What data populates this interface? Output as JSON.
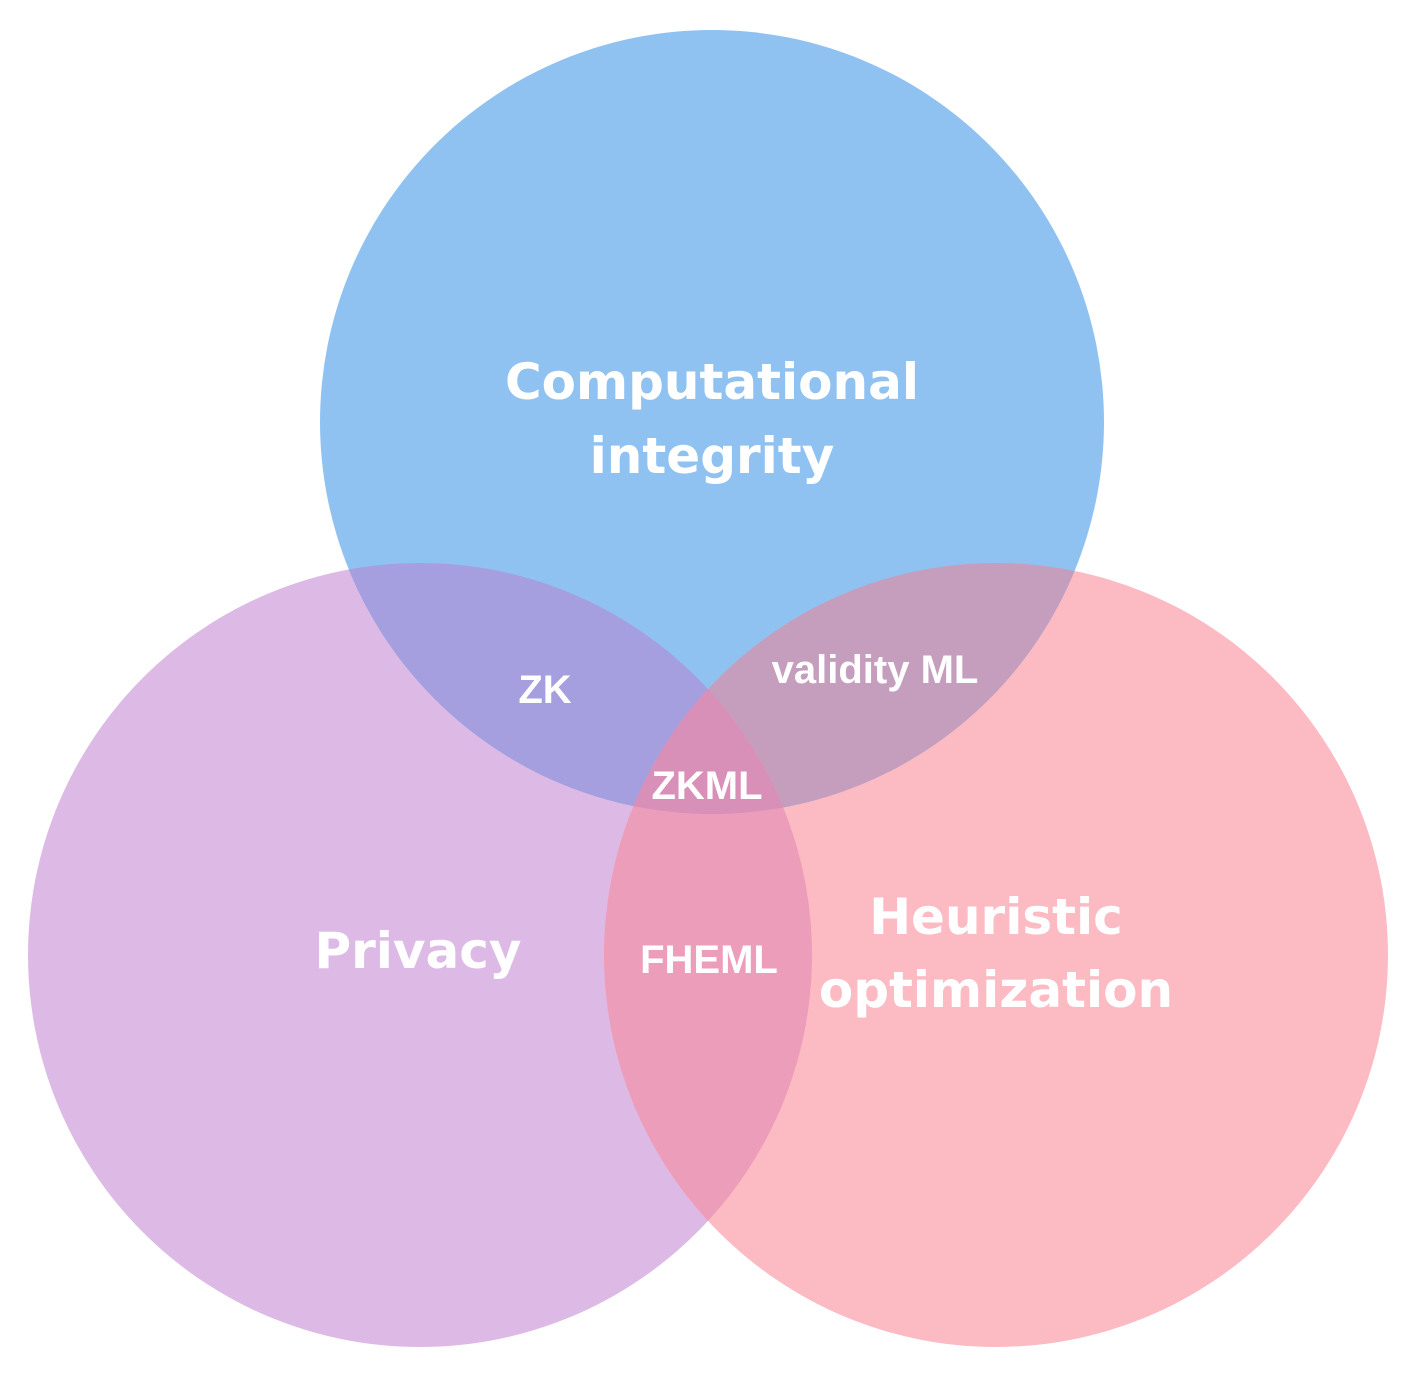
{
  "diagram": {
    "sets": {
      "computational_integrity": {
        "line1": "Computational",
        "line2": "integrity",
        "color": "#90C2F1"
      },
      "privacy": {
        "label": "Privacy",
        "color": "#DDB9E5"
      },
      "heuristic_optimization": {
        "line1": "Heuristic",
        "line2": "optimization",
        "color": "#FCBAC3"
      }
    },
    "overlaps": {
      "integrity_privacy": "ZK",
      "integrity_heuristic": "validity ML",
      "privacy_heuristic": "FHEML",
      "all_three": "ZKML"
    },
    "overlap_colors": {
      "integrity_privacy": "#A59FDF",
      "integrity_heuristic": "#C59EBE",
      "privacy_heuristic": "#EC9DBA",
      "all_three": "#D88FB8"
    }
  }
}
